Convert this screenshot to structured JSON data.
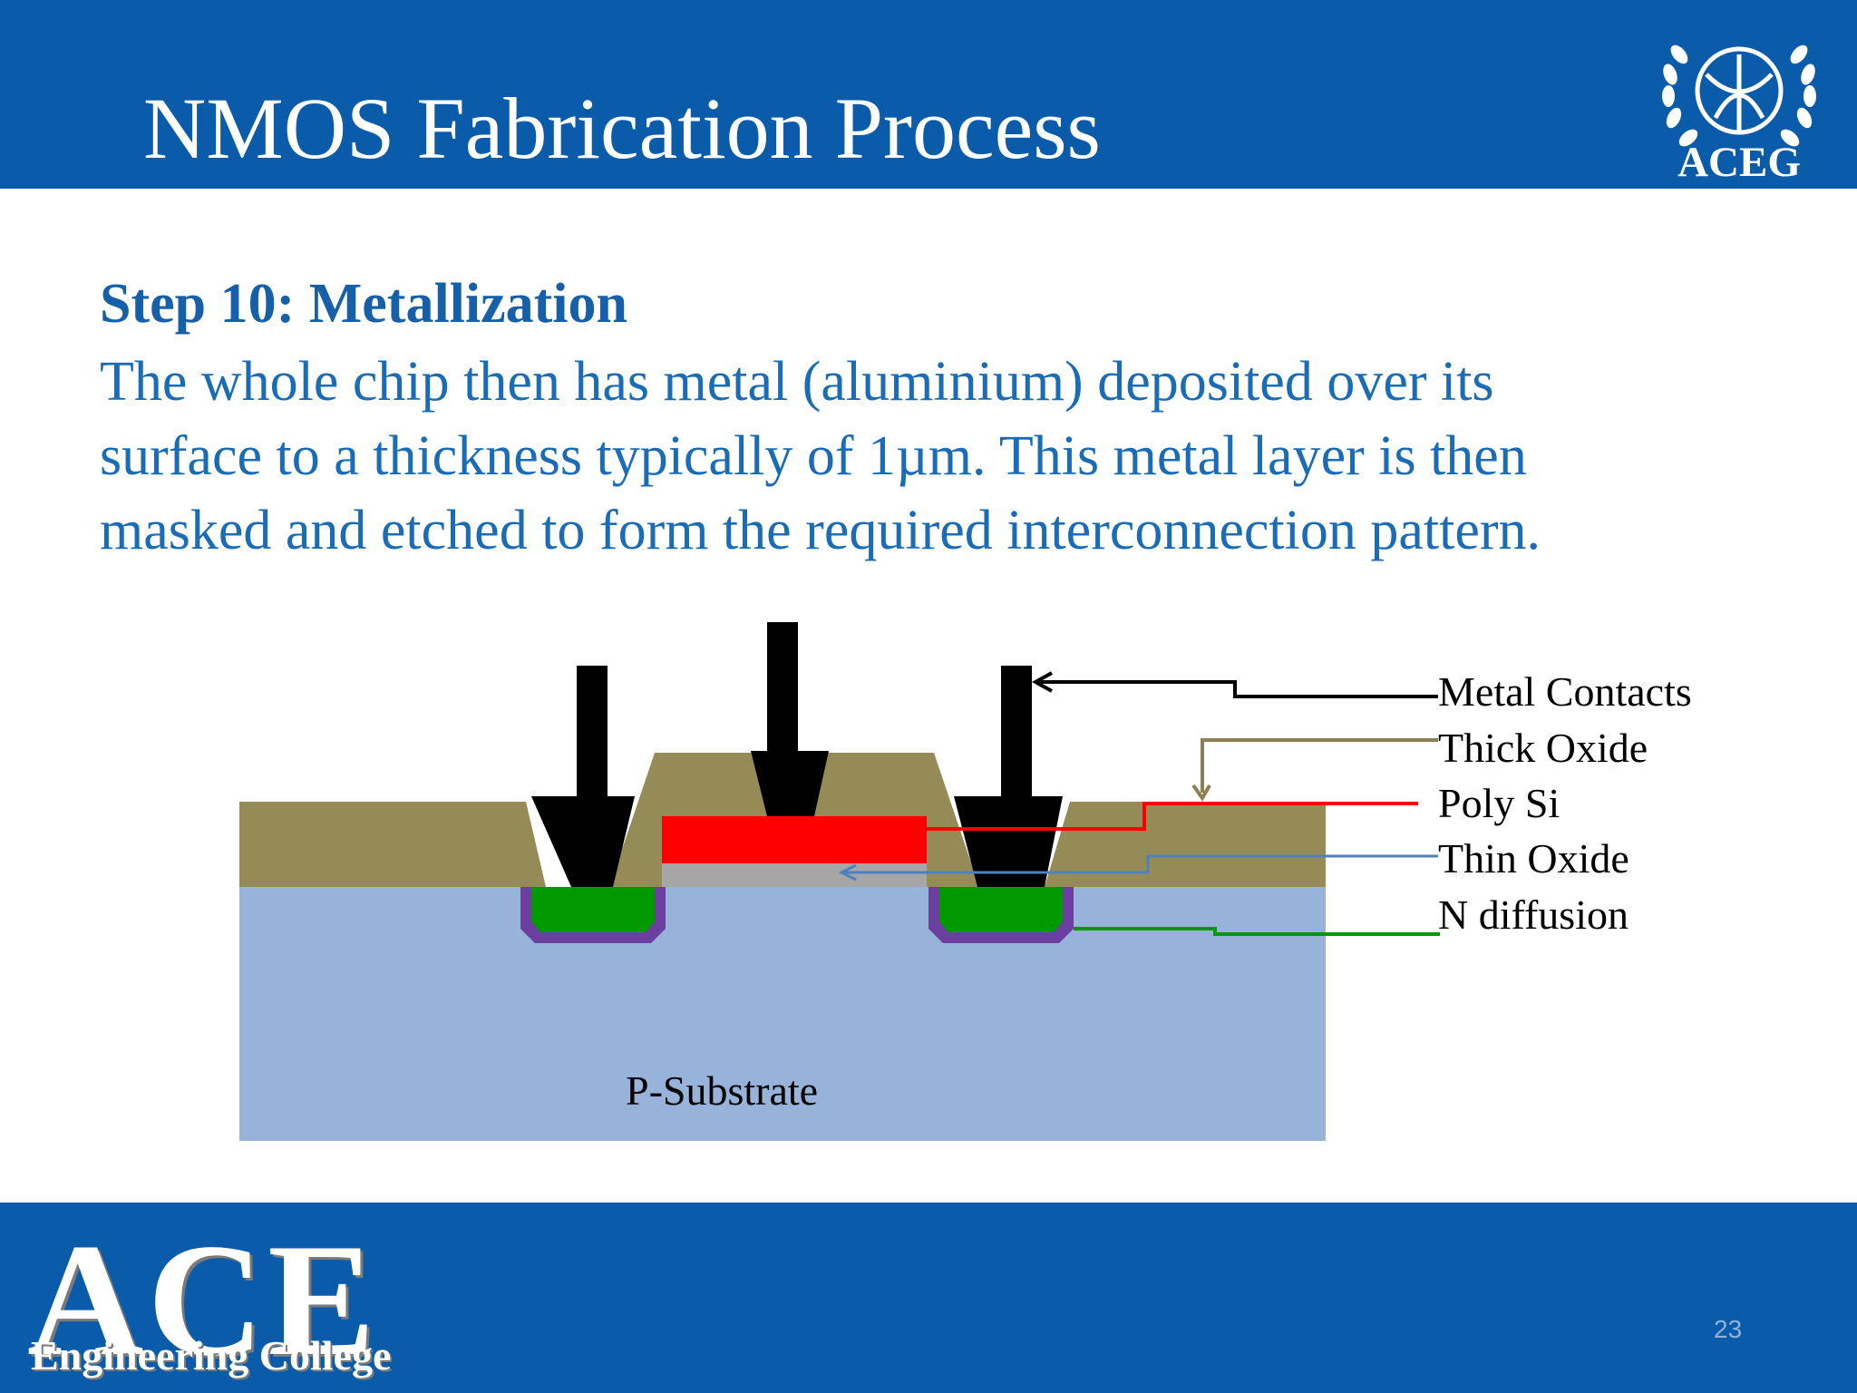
{
  "slide": {
    "title": "NMOS Fabrication Process",
    "college_logo_text": "ACEG",
    "step_title": "Step 10: Metallization",
    "body_lines": [
      "The whole chip then has metal (aluminium) deposited over its",
      "surface to a thickness typically of 1µm. This metal layer is then",
      "masked and etched to form the required interconnection pattern."
    ],
    "footer_logo_big": "ACE",
    "footer_logo_sub": "Engineering College",
    "page_number": "23"
  },
  "diagram": {
    "labels": {
      "metal_contacts": "Metal Contacts",
      "thick_oxide": "Thick Oxide",
      "poly_si": "Poly Si",
      "thin_oxide": "Thin Oxide",
      "n_diffusion": "N diffusion",
      "p_substrate": "P-Substrate"
    },
    "colors": {
      "header_blue": "#0a5caa",
      "substrate": "#98b3d9",
      "thick_oxide": "#948b56",
      "poly_si": "#ff0000",
      "thin_oxide": "#a6a6a6",
      "n_diffusion": "#009900",
      "diffusion_border": "#6b3fa0",
      "metal": "#000000",
      "label_thin_oxide_line": "#4f81bd"
    }
  }
}
